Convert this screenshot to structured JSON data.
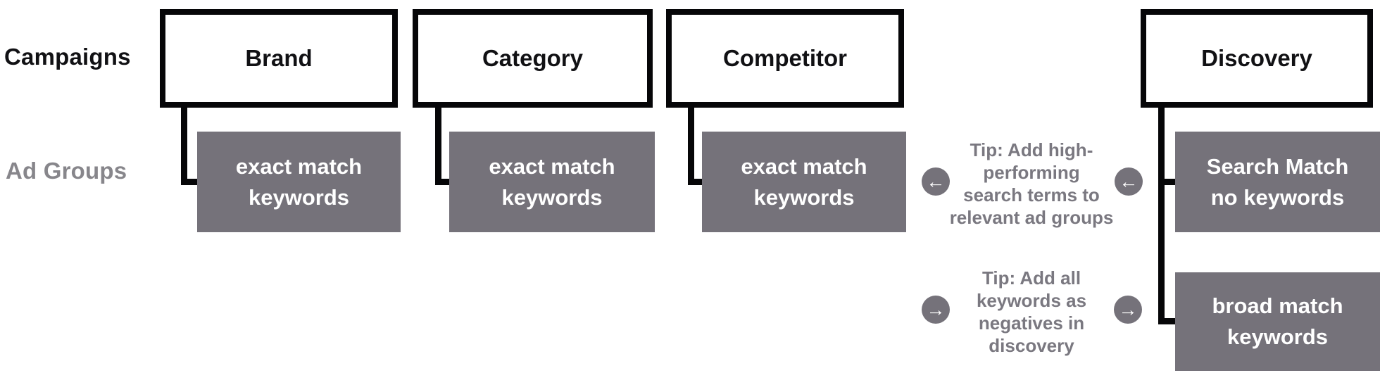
{
  "row_labels": {
    "campaigns": "Campaigns",
    "ad_groups": "Ad Groups"
  },
  "campaigns": {
    "brand": {
      "label": "Brand"
    },
    "category": {
      "label": "Category"
    },
    "competitor": {
      "label": "Competitor"
    },
    "discovery": {
      "label": "Discovery"
    }
  },
  "ad_groups": {
    "brand_exact": {
      "label": "exact match\nkeywords"
    },
    "category_exact": {
      "label": "exact match\nkeywords"
    },
    "competitor_exact": {
      "label": "exact match\nkeywords"
    },
    "discovery_search_match": {
      "label": "Search Match\nno keywords"
    },
    "discovery_broad_match": {
      "label": "broad match\nkeywords"
    }
  },
  "tips": {
    "tip1": {
      "text": "Tip: Add high-\nperforming\nsearch terms to\nrelevant ad groups",
      "arrow_glyph": "←",
      "arrow_direction": "left"
    },
    "tip2": {
      "text": "Tip: Add all\nkeywords as\nnegatives in\ndiscovery",
      "arrow_glyph": "→",
      "arrow_direction": "right"
    }
  },
  "colors": {
    "box_border_black": "#060608",
    "adgroup_gray": "#75727A",
    "tip_text_gray": "#7A7880",
    "adgroups_label_gray": "#87868B",
    "campaign_text_black": "#111114",
    "background": "#FFFFFF"
  }
}
